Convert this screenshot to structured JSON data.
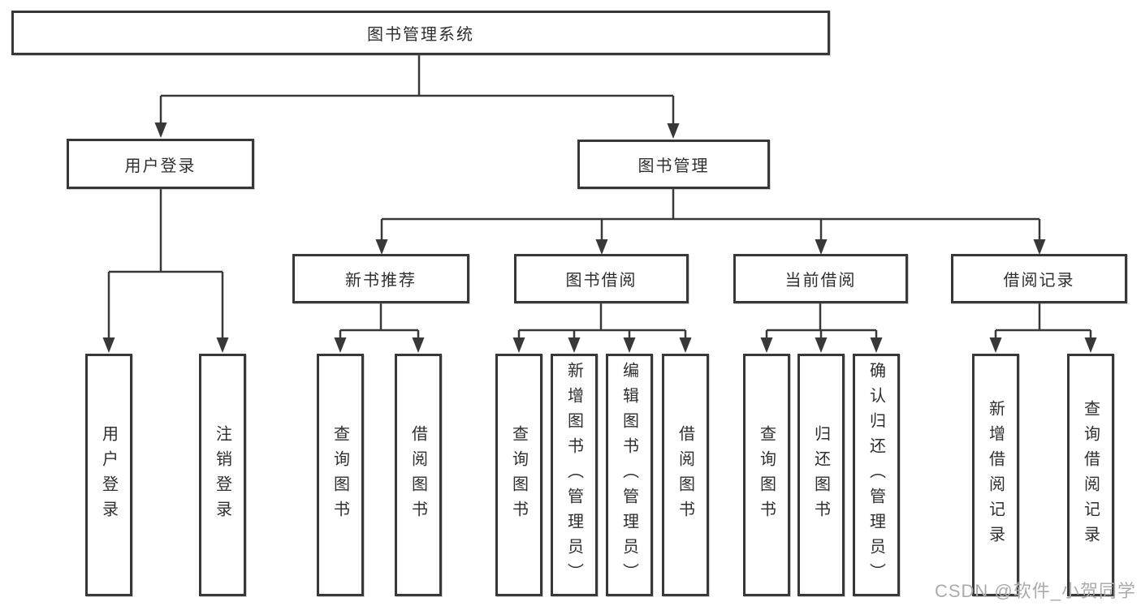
{
  "colors": {
    "line": "#383838",
    "box_border": "#383838",
    "text": "#2f2f2f",
    "watermark": "#ababab",
    "background": "#ffffff"
  },
  "tree": {
    "root": {
      "label": "图书管理系统"
    },
    "user_login": {
      "label": "用户登录",
      "children": [
        {
          "label": "用户登录"
        },
        {
          "label": "注销登录"
        }
      ]
    },
    "book_mgmt": {
      "label": "图书管理",
      "sections": [
        {
          "label": "新书推荐",
          "children": [
            {
              "label": "查询图书"
            },
            {
              "label": "借阅图书"
            }
          ]
        },
        {
          "label": "图书借阅",
          "children": [
            {
              "label": "查询图书"
            },
            {
              "label": "新增图书（管理员）"
            },
            {
              "label": "编辑图书（管理员）"
            },
            {
              "label": "借阅图书"
            }
          ]
        },
        {
          "label": "当前借阅",
          "children": [
            {
              "label": "查询图书"
            },
            {
              "label": "归还图书"
            },
            {
              "label": "确认归还（管理员）"
            }
          ]
        },
        {
          "label": "借阅记录",
          "children": [
            {
              "label": "新增借阅记录"
            },
            {
              "label": "查询借阅记录"
            }
          ]
        }
      ]
    }
  },
  "watermark": "CSDN @软件_小贺同学"
}
